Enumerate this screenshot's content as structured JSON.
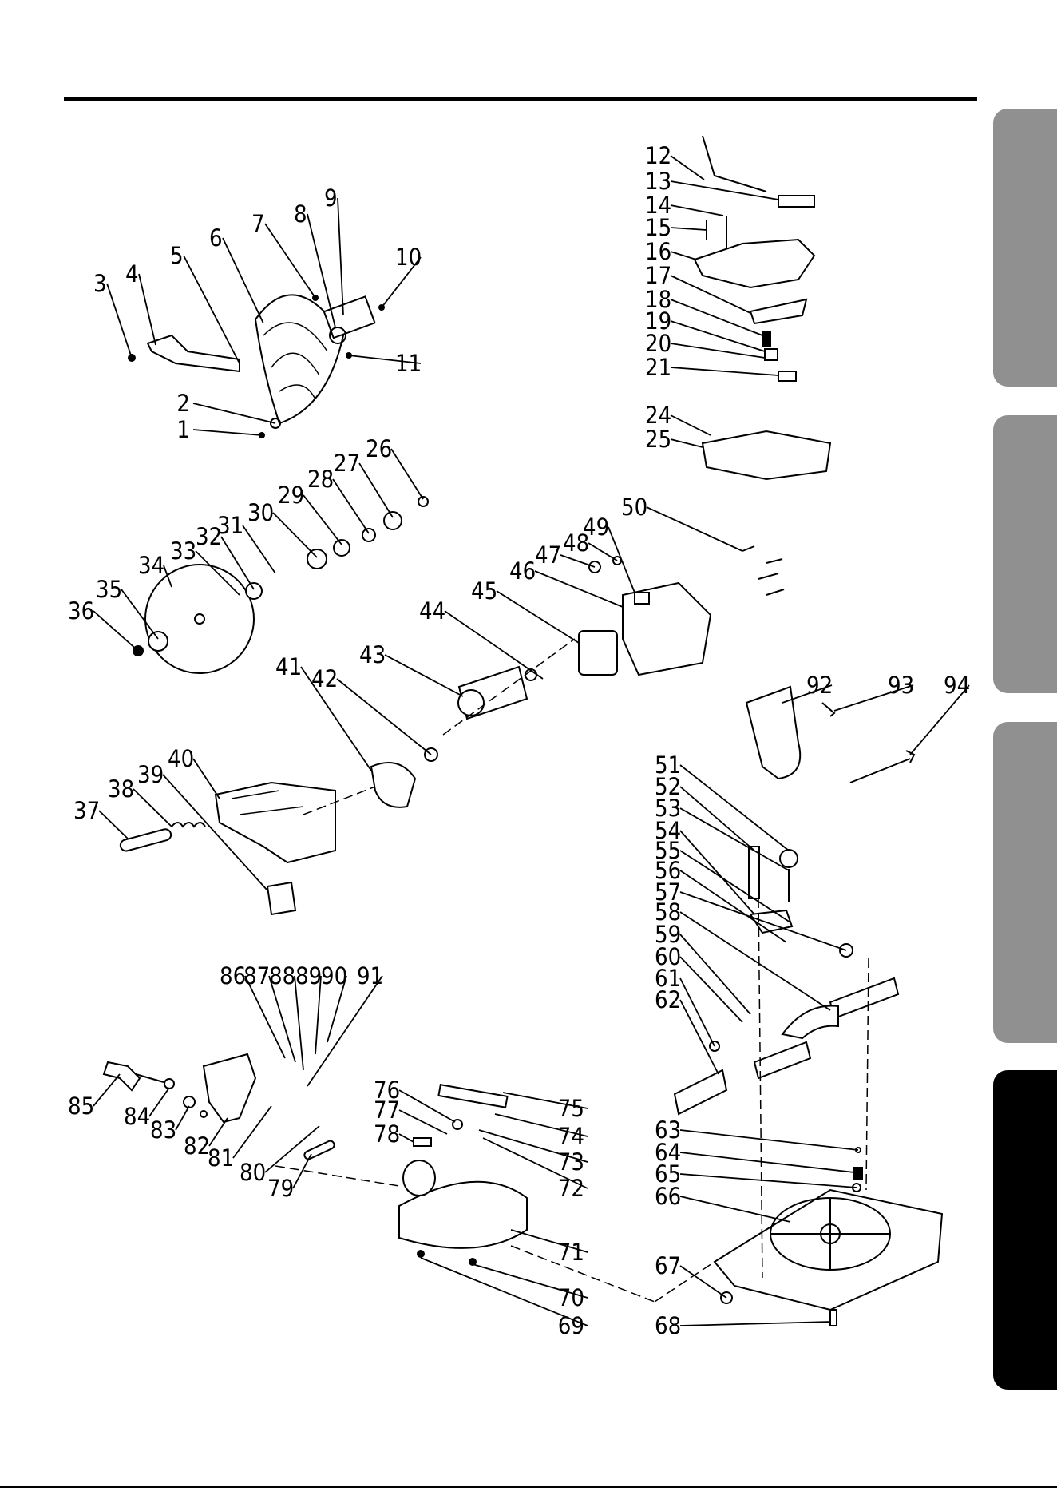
{
  "diagram": {
    "part_numbers": [
      "1",
      "2",
      "3",
      "4",
      "5",
      "6",
      "7",
      "8",
      "9",
      "10",
      "11",
      "12",
      "13",
      "14",
      "15",
      "16",
      "17",
      "18",
      "19",
      "20",
      "21",
      "24",
      "25",
      "26",
      "27",
      "28",
      "29",
      "30",
      "31",
      "32",
      "33",
      "34",
      "35",
      "36",
      "37",
      "38",
      "39",
      "40",
      "41",
      "42",
      "43",
      "44",
      "45",
      "46",
      "47",
      "48",
      "49",
      "50",
      "51",
      "52",
      "53",
      "54",
      "55",
      "56",
      "57",
      "58",
      "59",
      "60",
      "61",
      "62",
      "63",
      "64",
      "65",
      "66",
      "67",
      "68",
      "69",
      "70",
      "71",
      "72",
      "73",
      "74",
      "75",
      "76",
      "77",
      "78",
      "79",
      "80",
      "81",
      "82",
      "83",
      "84",
      "85",
      "86",
      "87",
      "88",
      "89",
      "90",
      "91",
      "92",
      "93",
      "94"
    ]
  },
  "side_tabs": [
    {
      "color": "#909090"
    },
    {
      "color": "#909090"
    },
    {
      "color": "#909090"
    },
    {
      "color": "#000000"
    }
  ]
}
